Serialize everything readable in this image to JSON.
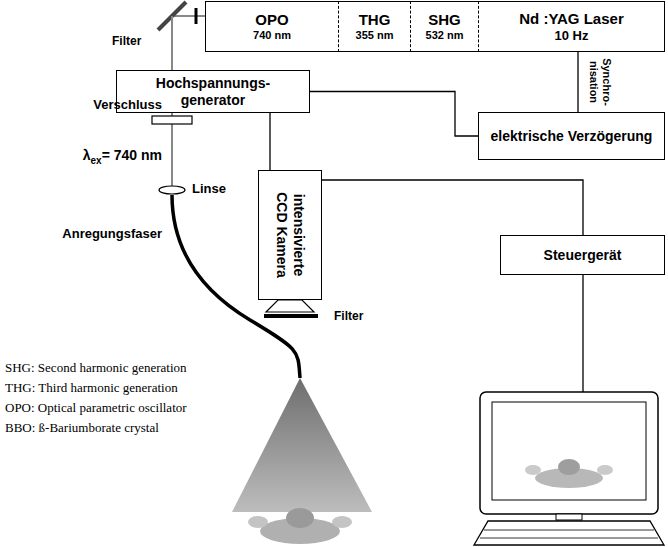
{
  "diagram": {
    "nodes": [
      {
        "text": [
          "OPO",
          "740 nm"
        ]
      },
      {
        "text": [
          "THG",
          "355 nm"
        ]
      },
      {
        "text": [
          "SHG",
          "532 nm"
        ]
      },
      {
        "text": [
          "Nd :YAG Laser",
          "10 Hz"
        ]
      },
      {
        "text": [
          "Hochspannungs- generator"
        ]
      },
      {
        "text": [
          "elektrische Verzögerung"
        ]
      },
      {
        "text": [
          "intensivierte CCD Kamera"
        ]
      },
      {
        "text": [
          "Steuergerät"
        ]
      }
    ],
    "edges": [
      {
        "from": 3,
        "to": 5,
        "arrow": "none",
        "label": "Synchro- nisation"
      },
      {
        "from": 4,
        "to": 5,
        "arrow": "none"
      },
      {
        "from": 4,
        "to": 6,
        "arrow": "none"
      },
      {
        "from": 6,
        "to": 7,
        "arrow": "none"
      }
    ],
    "labels": [
      "Filter",
      "Verschluss",
      "λ",
      "ex",
      "= 740 nm",
      "Linse",
      "Anregungsfaser",
      "Filter",
      "SHG: Second harmonic generation",
      "THG: Third harmonic generation",
      "OPO: Optical parametric oscillator",
      "BBO: ß-Bariumborate crystal"
    ]
  }
}
